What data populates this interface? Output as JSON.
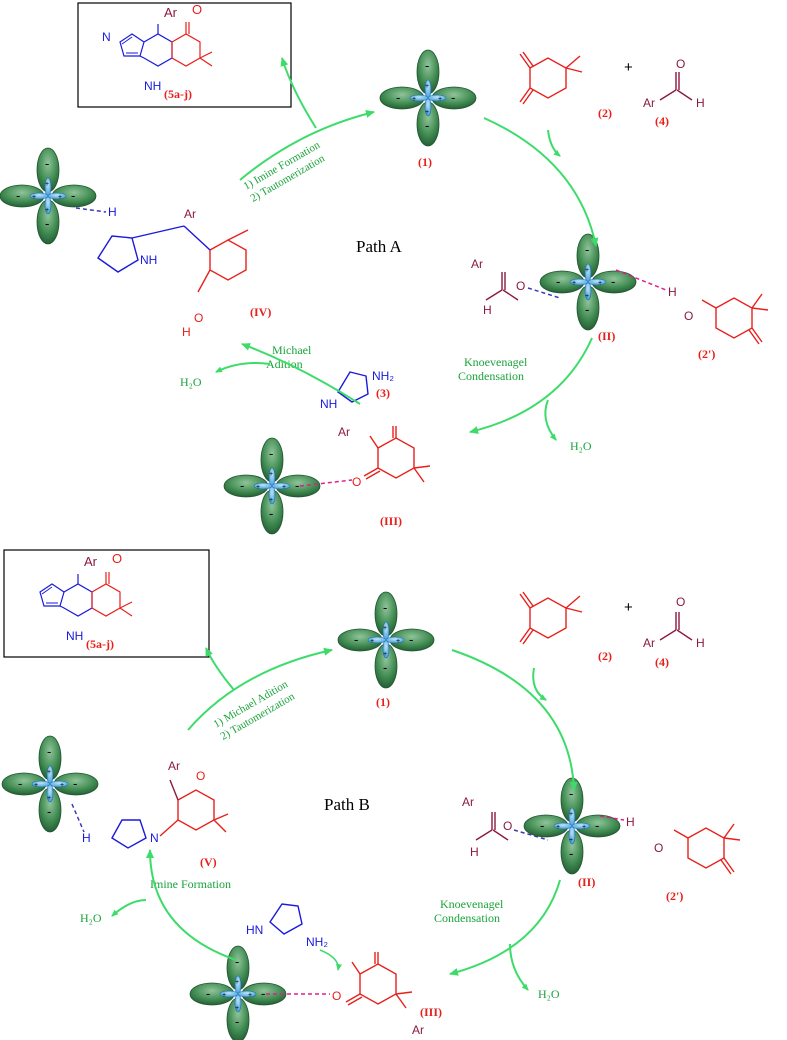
{
  "colors": {
    "arrow": "#3ddc6a",
    "green_text": "#1aa33a",
    "red": "#e8201b",
    "blue": "#1a1adc",
    "maroon": "#8b1a3e",
    "lobe_green": "#3f8a50",
    "lobe_blue": "#3a9ad8",
    "hbond_blue": "#3a3ab8",
    "hbond_pink": "#e0208a"
  },
  "icons": {
    "catalyst": "four-lobed-orbital-icon",
    "hbond": "dashed-line"
  },
  "pathA": {
    "title": "Path A",
    "product_label": "(5a-j)",
    "ar": "Ar",
    "O": "O",
    "H": "H",
    "N": "N",
    "NH": "NH",
    "NH2": "NH₂",
    "NHdots": "¨NH₂",
    "HN": "H",
    "plus": "+",
    "minus": "-",
    "cat_label": "(1)",
    "dimedone_label": "(2)",
    "aldehyde_label": "(4)",
    "int2_label": "(II)",
    "enol_label": "(2')",
    "int3_label": "(III)",
    "int4_label": "(IV)",
    "triazole_label": "(3)",
    "step_imine": "1) Imine Formation",
    "step_tauto": "2) Tautomerization",
    "step_michael": "Michael",
    "step_michael2": "Adition",
    "step_knoev": "Knoevenagel",
    "step_knoev2": "Condensation",
    "water": "H₂O",
    "water2": "H₂O"
  },
  "pathB": {
    "title": "Path B",
    "product_label": "(5a-j)",
    "cat_label": "(1)",
    "dimedone_label": "(2)",
    "aldehyde_label": "(4)",
    "int2_label": "(II)",
    "enol_label": "(2')",
    "int3_label": "(III)",
    "int5_label": "(V)",
    "step_michael": "1) Michael Adition",
    "step_tauto": "2) Tautomerization",
    "step_imine": "Imine Formation",
    "step_knoev": "Knoevenagel",
    "step_knoev2": "Condensation",
    "water": "H₂O",
    "water2": "H₂O",
    "NHN": "HN",
    "NH2": "NH₂"
  }
}
